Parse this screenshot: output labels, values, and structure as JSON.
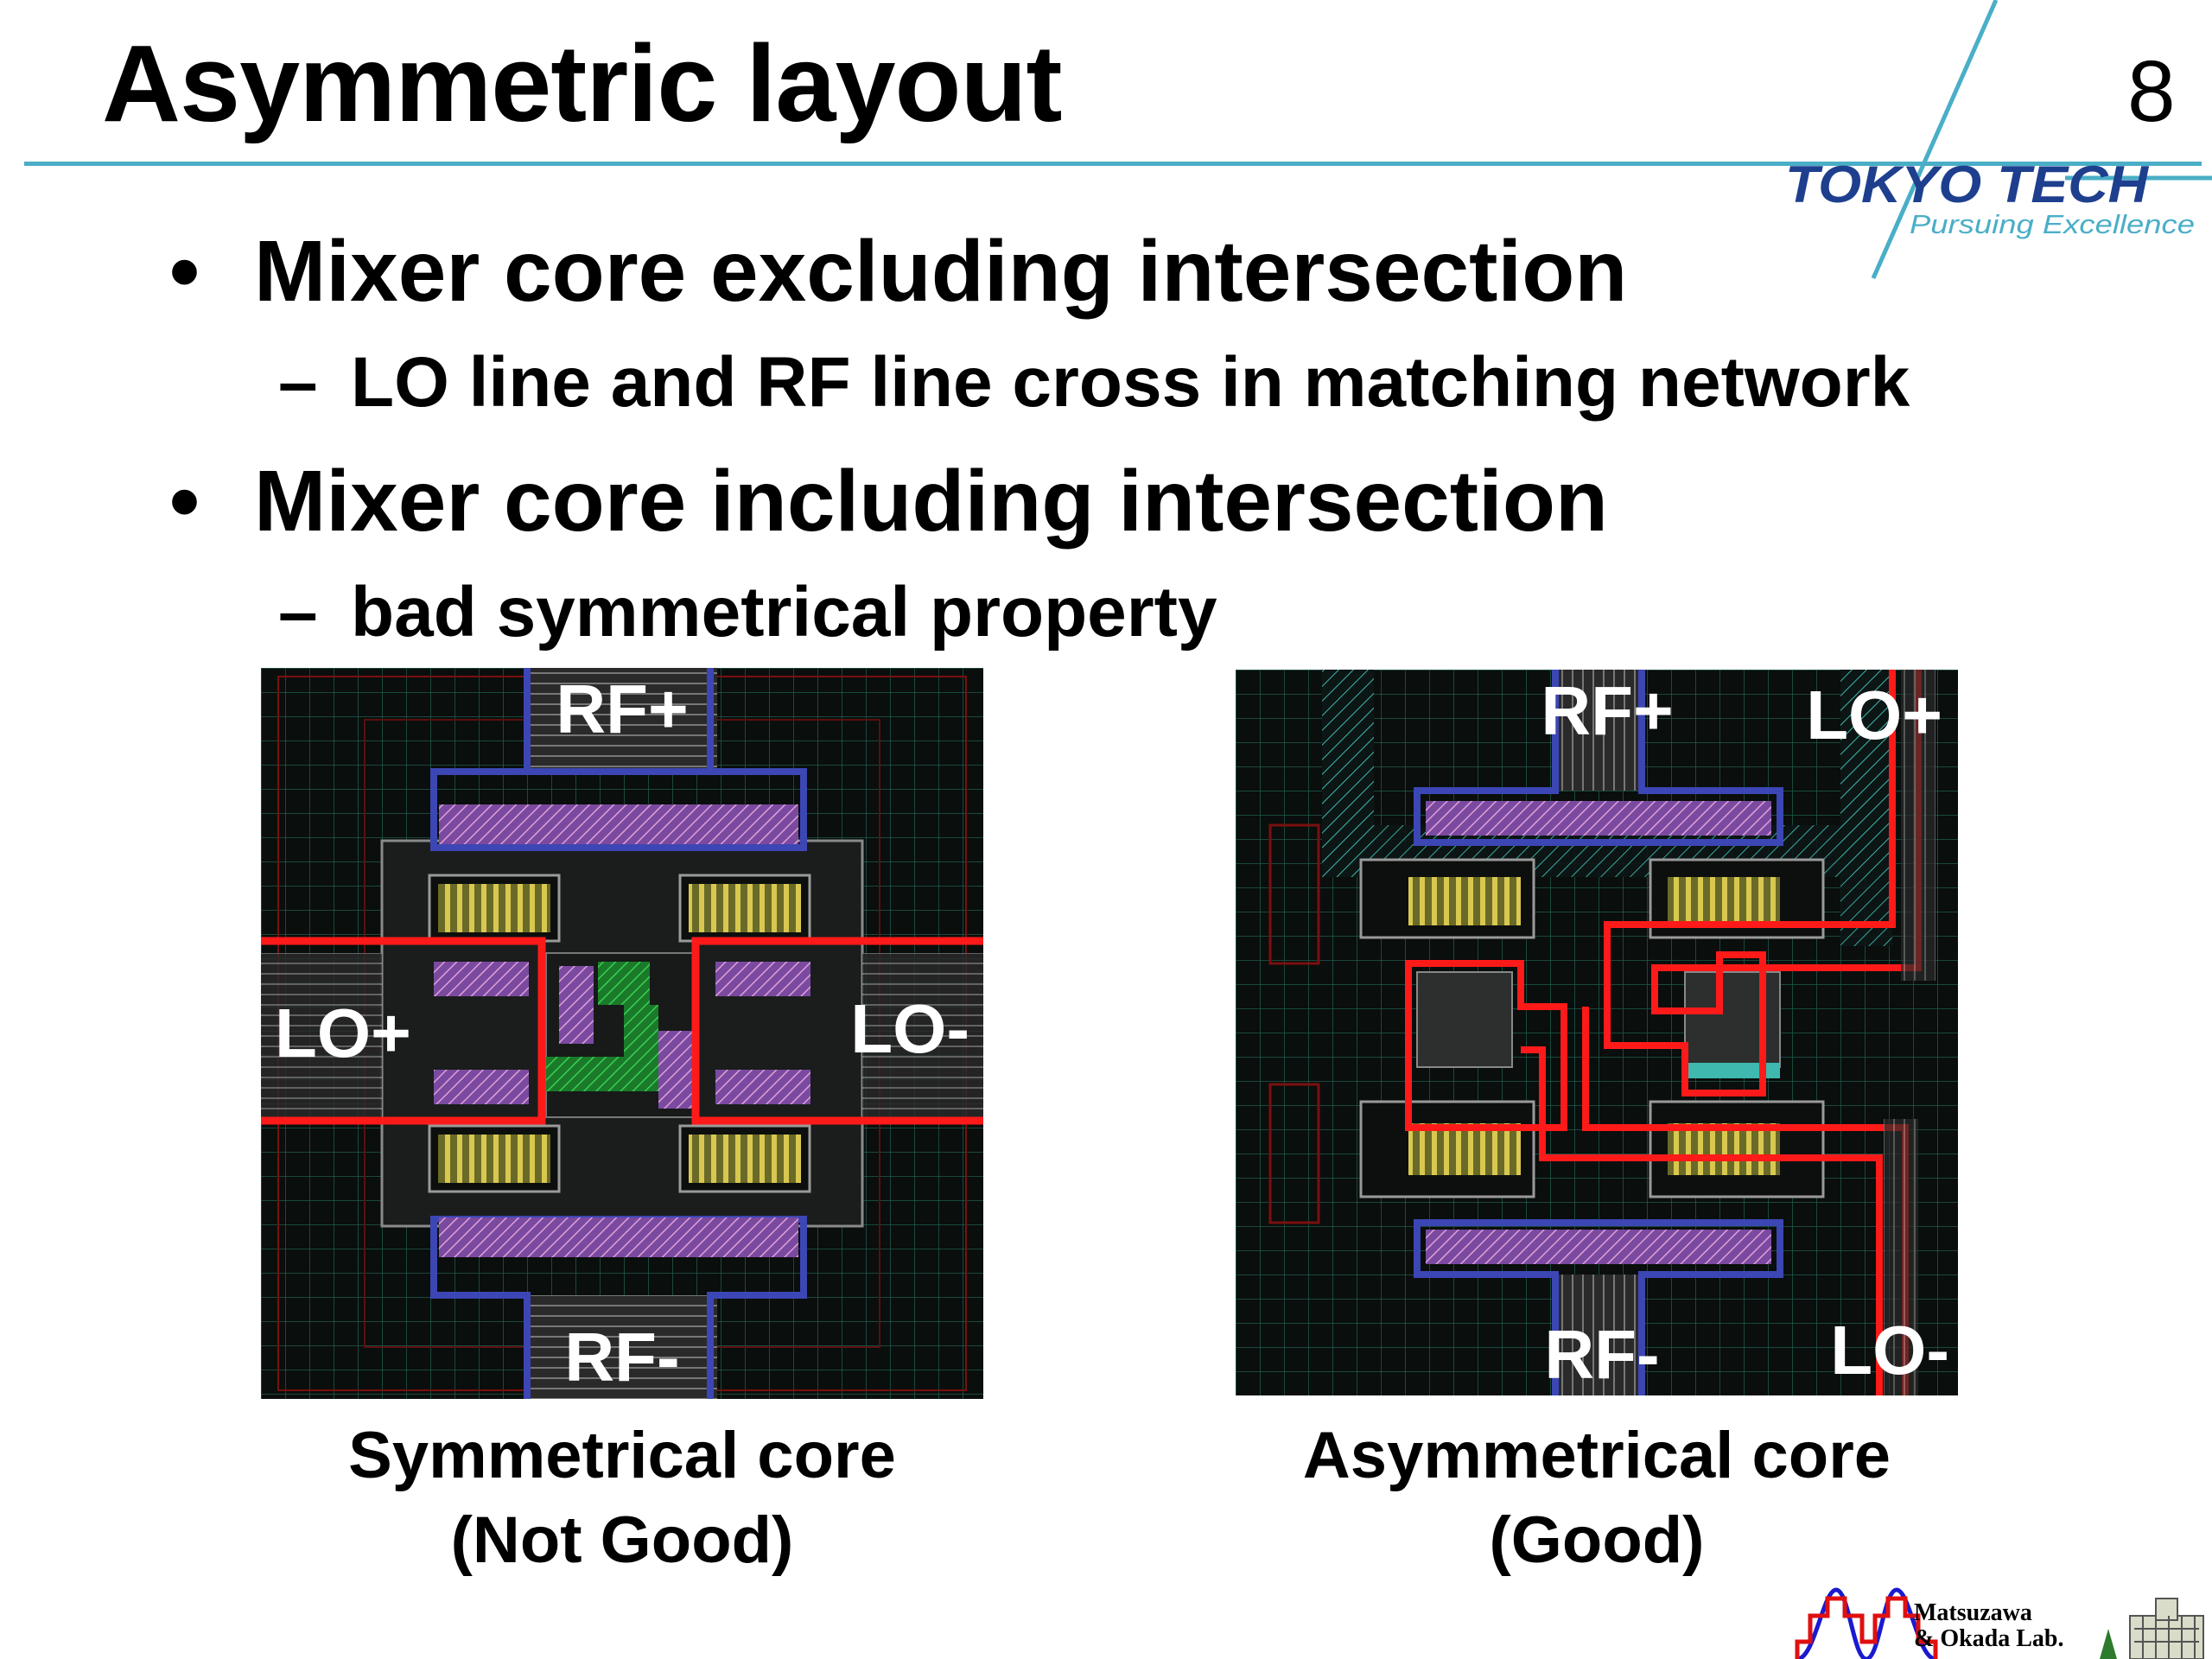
{
  "slide": {
    "title": "Asymmetric layout",
    "page_number": "8",
    "logo_text": "TOKYO TECH",
    "logo_tagline": "Pursuing Excellence",
    "bullets": [
      {
        "marker": "•",
        "text": "Mixer core excluding intersection"
      },
      {
        "marker": "–",
        "text": "LO line and RF line cross in matching network"
      },
      {
        "marker": "•",
        "text": "Mixer core including intersection"
      },
      {
        "marker": "–",
        "text": "bad symmetrical property"
      }
    ],
    "layouts": {
      "left": {
        "labels": {
          "top": "RF+",
          "bottom": "RF-",
          "left": "LO+",
          "right": "LO-"
        },
        "caption_line1": "Symmetrical core",
        "caption_line2": "(Not Good)"
      },
      "right": {
        "labels": {
          "rf_top": "RF+",
          "lo_top": "LO+",
          "rf_bottom": "RF-",
          "lo_bottom": "LO-"
        },
        "caption_line1": "Asymmetrical core",
        "caption_line2": "(Good)"
      }
    },
    "lab_name_line1": "Matsuzawa",
    "lab_name_line2": "& Okada Lab."
  },
  "colors": {
    "accent": "#4aaec7",
    "logo_navy": "#1e3f8e",
    "trace_red": "#ff1a1a",
    "metal_blue": "#3c46b4",
    "layout_bg": "#0a0e0c"
  }
}
